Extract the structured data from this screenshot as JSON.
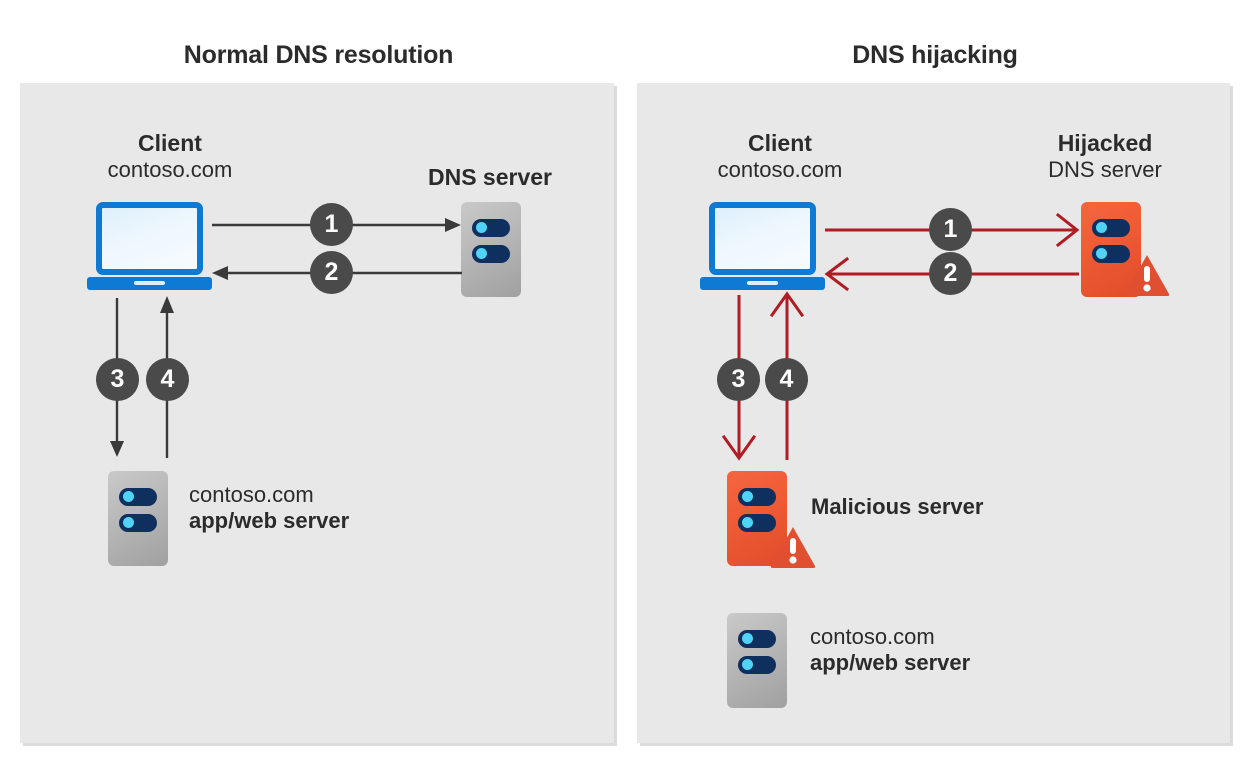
{
  "diagram": {
    "panels": [
      {
        "id": "normal",
        "title": "Normal DNS resolution",
        "nodes": {
          "client": {
            "title": "Client",
            "subtitle": "contoso.com"
          },
          "dns_server": {
            "title": "DNS server"
          },
          "app_server": {
            "line1": "contoso.com",
            "line2": "app/web server"
          }
        },
        "steps": [
          {
            "number": "1",
            "from": "client",
            "to": "dns_server",
            "direction": "right"
          },
          {
            "number": "2",
            "from": "dns_server",
            "to": "client",
            "direction": "left"
          },
          {
            "number": "3",
            "from": "client",
            "to": "app_server",
            "direction": "down"
          },
          {
            "number": "4",
            "from": "app_server",
            "to": "client",
            "direction": "up"
          }
        ],
        "arrow_color": "#3a3a3a"
      },
      {
        "id": "hijacking",
        "title": "DNS hijacking",
        "nodes": {
          "client": {
            "title": "Client",
            "subtitle": "contoso.com"
          },
          "dns_server": {
            "title": "Hijacked",
            "subtitle": "DNS server"
          },
          "malicious_server": {
            "label": "Malicious server"
          },
          "app_server": {
            "line1": "contoso.com",
            "line2": "app/web server"
          }
        },
        "steps": [
          {
            "number": "1",
            "from": "client",
            "to": "dns_server",
            "direction": "right"
          },
          {
            "number": "2",
            "from": "dns_server",
            "to": "client",
            "direction": "left"
          },
          {
            "number": "3",
            "from": "client",
            "to": "malicious_server",
            "direction": "down"
          },
          {
            "number": "4",
            "from": "malicious_server",
            "to": "client",
            "direction": "up"
          }
        ],
        "arrow_color": "#b01c24"
      }
    ],
    "colors": {
      "panel_background": "#e8e8e8",
      "page_background": "#ffffff",
      "text": "#2b2b2b",
      "laptop_blue": "#0f7ad4",
      "server_gray": "#b3b3b3",
      "server_red": "#ef5c36",
      "server_pill_navy": "#0f2f5e",
      "server_dot_cyan": "#4fd3f7",
      "step_badge": "#4a4a4a",
      "arrow_dark": "#3a3a3a",
      "arrow_red": "#b01c24"
    },
    "icons": {
      "laptop": "laptop-icon",
      "server": "server-icon",
      "warning": "warning-triangle-icon"
    }
  }
}
